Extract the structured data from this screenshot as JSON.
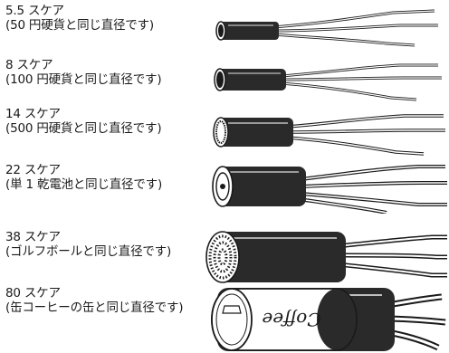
{
  "colors": {
    "ink": "#1a1a1a",
    "jacket": "#2a2a2a",
    "highlight": "#ffffff",
    "background": "#ffffff"
  },
  "rows": [
    {
      "size": "5.5 スケア",
      "desc": "(50 円硬貨と同じ直径です)"
    },
    {
      "size": "8 スケア",
      "desc": "(100 円硬貨と同じ直径です)"
    },
    {
      "size": "14 スケア",
      "desc": "(500 円硬貨と同じ直径です)"
    },
    {
      "size": "22 スケア",
      "desc": "(単 1 乾電池と同じ直径です)"
    },
    {
      "size": "38 スケア",
      "desc": "(ゴルフボールと同じ直径です)"
    },
    {
      "size": "80 スケア",
      "desc": "(缶コーヒーの缶と同じ直径です)"
    }
  ],
  "can_label": "Coffee"
}
